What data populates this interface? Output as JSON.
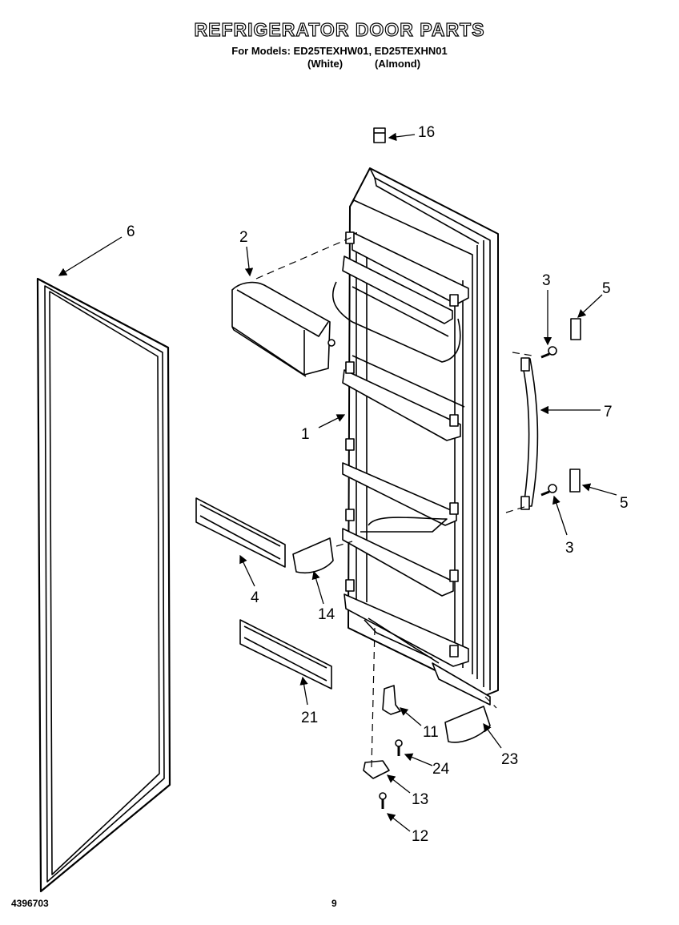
{
  "header": {
    "title": "REFRIGERATOR DOOR PARTS",
    "models_line": "For Models: ED25TEXHW01, ED25TEXHN01",
    "color_white": "(White)",
    "color_almond": "(Almond)"
  },
  "callouts": [
    "16",
    "6",
    "2",
    "3",
    "5",
    "1",
    "7",
    "5",
    "3",
    "4",
    "14",
    "21",
    "11",
    "24",
    "23",
    "13",
    "12"
  ],
  "footer": {
    "doc_number": "4396703",
    "page_number": "9"
  }
}
